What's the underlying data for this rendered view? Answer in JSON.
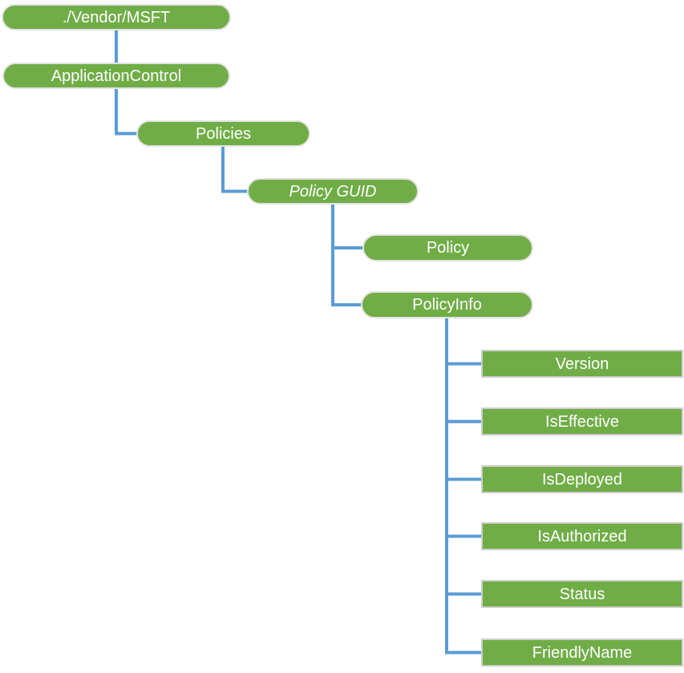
{
  "diagram": {
    "type": "tree",
    "nodes": [
      {
        "id": "vendor-msft",
        "label": "./Vendor/MSFT",
        "parent": null,
        "shape": "pill"
      },
      {
        "id": "application-control",
        "label": "ApplicationControl",
        "parent": "vendor-msft",
        "shape": "pill"
      },
      {
        "id": "policies",
        "label": "Policies",
        "parent": "application-control",
        "shape": "pill"
      },
      {
        "id": "policy-guid",
        "label": "Policy GUID",
        "parent": "policies",
        "shape": "pill",
        "italic": true
      },
      {
        "id": "policy",
        "label": "Policy",
        "parent": "policy-guid",
        "shape": "pill"
      },
      {
        "id": "policy-info",
        "label": "PolicyInfo",
        "parent": "policy-guid",
        "shape": "pill"
      },
      {
        "id": "version",
        "label": "Version",
        "parent": "policy-info",
        "shape": "rect"
      },
      {
        "id": "is-effective",
        "label": "IsEffective",
        "parent": "policy-info",
        "shape": "rect"
      },
      {
        "id": "is-deployed",
        "label": "IsDeployed",
        "parent": "policy-info",
        "shape": "rect"
      },
      {
        "id": "is-authorized",
        "label": "IsAuthorized",
        "parent": "policy-info",
        "shape": "rect"
      },
      {
        "id": "status",
        "label": "Status",
        "parent": "policy-info",
        "shape": "rect"
      },
      {
        "id": "friendly-name",
        "label": "FriendlyName",
        "parent": "policy-info",
        "shape": "rect"
      }
    ],
    "colors": {
      "node_fill": "#70AD47",
      "node_text": "#FFFFFF",
      "connector": "#5B9BD5",
      "leaf_border": "#D0CECE"
    }
  }
}
